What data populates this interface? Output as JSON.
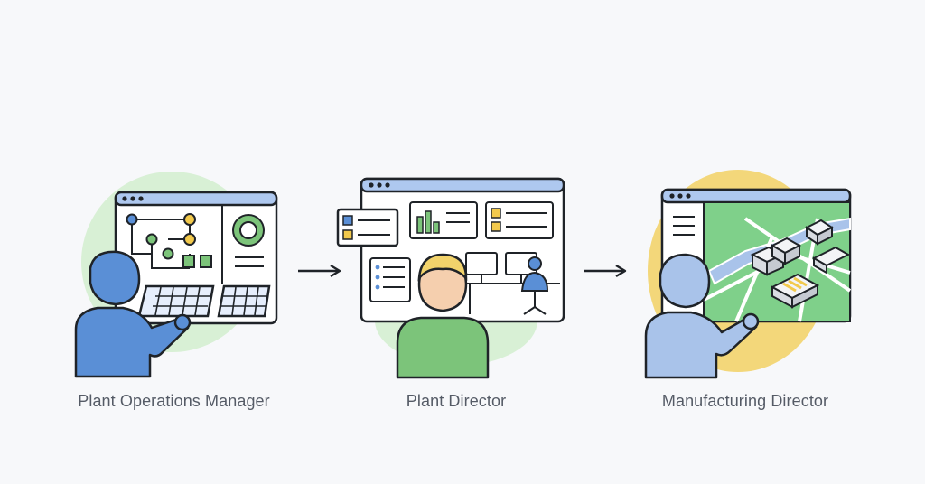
{
  "diagram": {
    "stages": [
      {
        "label": "Plant Operations Manager"
      },
      {
        "label": "Plant Director"
      },
      {
        "label": "Manufacturing Director"
      }
    ],
    "connector": "arrow-right-icon"
  },
  "colors": {
    "background": "#f7f8fa",
    "outline": "#1f2328",
    "person_blue": "#5a8fd6",
    "person_green": "#7cc47a",
    "person_light_blue": "#a9c3ea",
    "glow_green": "#d8f0d5",
    "glow_yellow": "#f3d77a",
    "screen_header": "#aec8ef",
    "map_green": "#7fd08a",
    "accent_yellow": "#f2c94c",
    "caption_text": "#555b66"
  }
}
